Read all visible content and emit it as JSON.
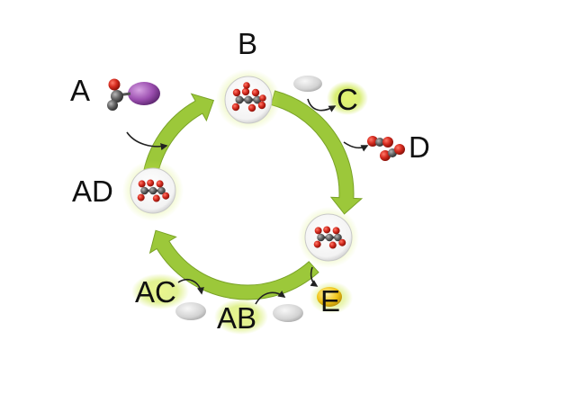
{
  "diagram": {
    "labels": {
      "a": "A",
      "b": "B",
      "c": "C",
      "d": "D",
      "e": "E",
      "ab": "AB",
      "ac": "AC",
      "ad": "AD"
    },
    "colors": {
      "cycle_arrow": "#9cc83a",
      "cycle_arrow_dark": "#7aa327",
      "glow": "#d8ef5a",
      "enzyme": "#d9d9d9",
      "oxygen_atom": "#d42a1e",
      "carbon_atom": "#555555",
      "coenzyme_a": "#9c4fb0",
      "e_token": "#f0c419"
    },
    "icons": {
      "a": "acetyl-coa-molecule-icon",
      "b": "citrate-molecule-icon",
      "d": "carbon-dioxide-molecules-icon",
      "e": "yellow-token-icon",
      "c": "green-token-icon",
      "enzyme": "enzyme-oval-icon",
      "ad": "oxaloacetate-molecule-icon",
      "bottom_right": "alpha-ketoglutarate-molecule-icon"
    }
  }
}
